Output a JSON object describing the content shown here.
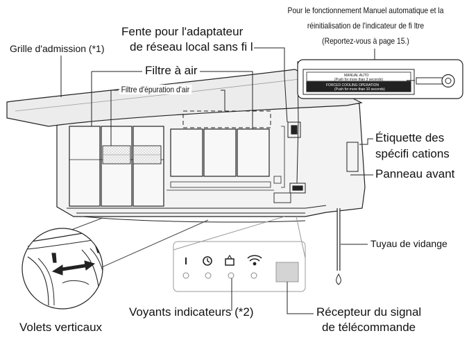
{
  "labels": {
    "grille": "Grille d'admission (*1)",
    "fente_line1": "Fente pour l'adaptateur",
    "fente_line2": "de réseau local sans fi l",
    "filtre_air": "Filtre à air",
    "filtre_epuration": "Filtre d'épuration d'air",
    "manuel_line1": "Pour le fonctionnement Manuel automatique et la",
    "manuel_line2": "réinitialisation de l'indicateur de fi ltre",
    "manuel_line3": "(Reportez-vous à page 15.)",
    "etiquette_line1": "Étiquette des",
    "etiquette_line2": "spécifi cations",
    "panneau": "Panneau avant",
    "tuyau": "Tuyau de vidange",
    "voyants": "Voyants indicateurs (*2)",
    "recepteur_line1": "Récepteur du signal",
    "recepteur_line2": "de télécommande",
    "volets": "Volets verticaux"
  },
  "button_label": {
    "manual_auto": "MANUAL AUTO",
    "manual_auto_sub": "(Push for more than 3 seconds)",
    "forced_cooling": "FORCED COOLING OPERATION",
    "forced_cooling_sub": "(Push for more than 10 seconds)"
  },
  "indicator_icons": [
    "power-icon",
    "timer-icon",
    "filter-icon",
    "wifi-icon"
  ],
  "colors": {
    "line": "#222222",
    "unit_body": "#f4f4f4",
    "filter": "#f8f8f8",
    "label_dark": "#111111"
  }
}
